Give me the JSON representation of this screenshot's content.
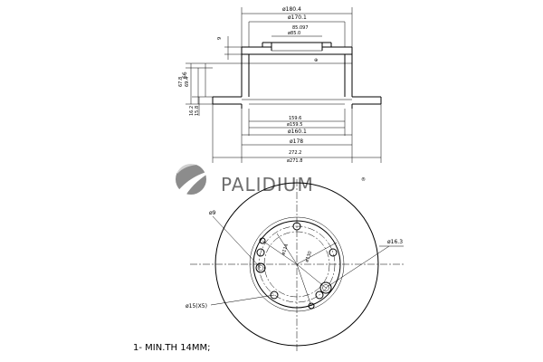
{
  "brand": {
    "name": "PALIDIUM",
    "trademark": "®"
  },
  "section_view": {
    "dims": {
      "top_outer": "ø180.4",
      "top_inner": "ø170.1",
      "pilot_tol": "85.097",
      "pilot": "ø85.0",
      "wall": "9",
      "height_a": "67.8",
      "height_b": "69.4",
      "height_c": "66",
      "thickness_a": "16.2",
      "thickness_b": "15.8",
      "inner_a": "159.6",
      "inner_b": "ø159.5",
      "inner_c": "ø160.1",
      "inner_d": "ø178",
      "disc_a": "272.2",
      "disc_b": "ø271.8"
    }
  },
  "front_view": {
    "dims": {
      "hole_small": "ø9",
      "hole_large": "ø16.3",
      "bolt_circle_a": "ø114",
      "bolt_circle_b": "ø130",
      "holes": "ø15(X5)"
    }
  },
  "note": "1- MIN.TH 14MM;"
}
